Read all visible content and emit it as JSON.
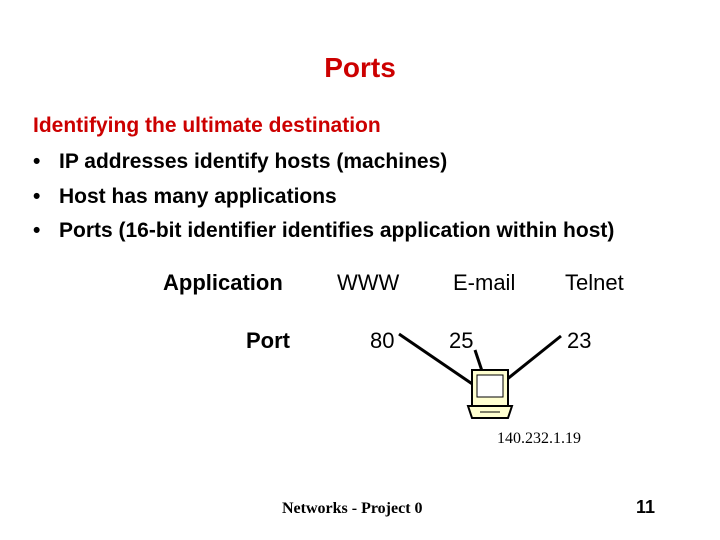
{
  "slide": {
    "title": "Ports",
    "subtitle": "Identifying the ultimate destination",
    "bullets": [
      "IP addresses identify hosts (machines)",
      "Host has many applications",
      "Ports (16-bit identifier identifies application within host)"
    ],
    "bullet_char": "•",
    "colors": {
      "accent": "#cc0000",
      "text": "#000000"
    }
  },
  "table": {
    "application_label": "Application",
    "port_label": "Port",
    "columns": [
      {
        "app": "WWW",
        "port": "80"
      },
      {
        "app": "E-mail",
        "port": "25"
      },
      {
        "app": "Telnet",
        "port": "23"
      }
    ]
  },
  "host": {
    "icon": "computer-icon",
    "ip": "140.232.1.19"
  },
  "footer": {
    "text": "Networks - Project 0",
    "page": "11"
  }
}
